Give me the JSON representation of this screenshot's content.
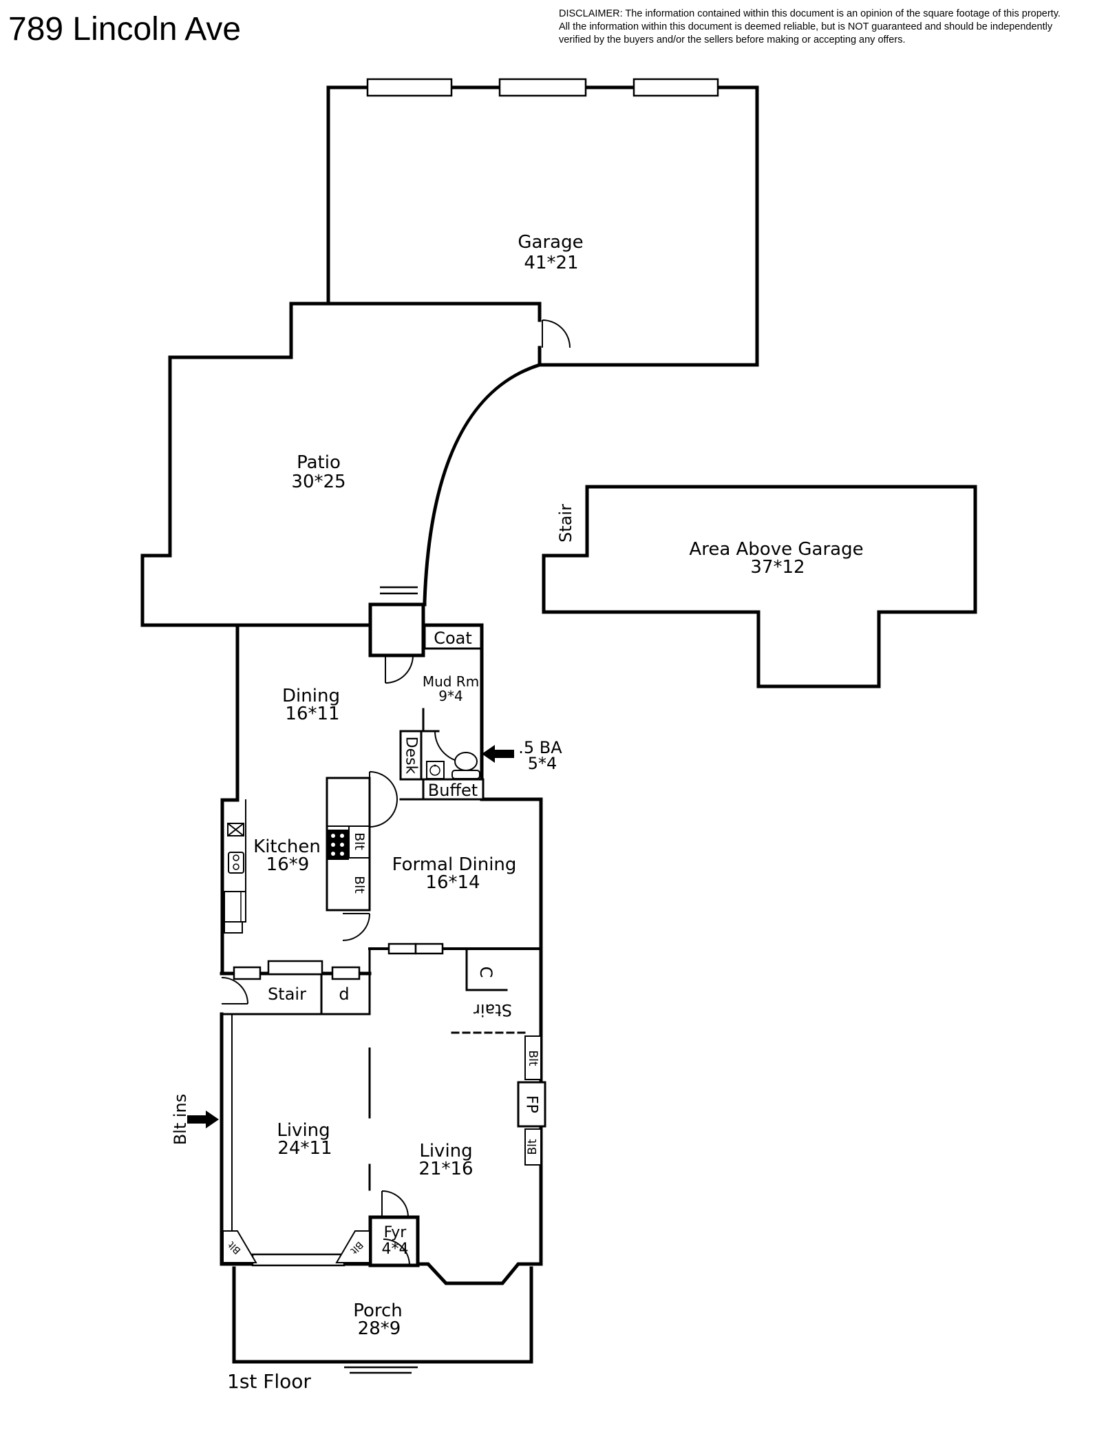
{
  "title": "789 Lincoln Ave",
  "disclaimer": {
    "line1": "DISCLAIMER: The information contained within this document is an opinion of the square footage of this property.",
    "line2": "All the information within this document is deemed reliable, but is NOT guaranteed and should be independently",
    "line3": "verified by the buyers and/or the sellers before making or accepting any offers."
  },
  "floor_label": "1st Floor",
  "colors": {
    "line": "#000000",
    "background": "#ffffff"
  },
  "rooms": {
    "garage": {
      "name": "Garage",
      "dims": "41*21"
    },
    "patio": {
      "name": "Patio",
      "dims": "30*25"
    },
    "area_above_garage": {
      "name": "Area Above Garage",
      "dims": "37*12"
    },
    "mud_room": {
      "name": "Mud Rm",
      "dims": "9*4"
    },
    "dining": {
      "name": "Dining",
      "dims": "16*11"
    },
    "half_bath": {
      "name": ".5 BA",
      "dims": "5*4"
    },
    "kitchen": {
      "name": "Kitchen",
      "dims": "16*9"
    },
    "formal_dining": {
      "name": "Formal Dining",
      "dims": "16*14"
    },
    "living_left": {
      "name": "Living",
      "dims": "24*11"
    },
    "living_right": {
      "name": "Living",
      "dims": "21*16"
    },
    "foyer": {
      "name": "Fyr",
      "dims": "4*4"
    },
    "porch": {
      "name": "Porch",
      "dims": "28*9"
    }
  },
  "labels": {
    "stair_garage": "Stair",
    "coat": "Coat",
    "desk": "Desk",
    "buffet": "Buffet",
    "blt_kitchen_upper": "Blt",
    "blt_kitchen_lower": "Blt",
    "stair_main": "Stair",
    "pantry": "d",
    "closet": "C",
    "stair_living": "Stair",
    "blt_right_upper": "Blt",
    "fireplace": "FP",
    "blt_right_lower": "Blt",
    "blt_ins": "Blt ins",
    "blt_corner_left": "Blt",
    "blt_corner_right": "Blt"
  },
  "icons": {
    "door": "quarter-arc-door",
    "window": "wall-window-rect",
    "toilet": "toilet-icon",
    "sink": "sink-icon",
    "range": "range-icon",
    "cooktop": "cooktop-icon",
    "refrigerator": "fridge-icon",
    "skylight_box": "x-box-icon",
    "arrow_left": "left-arrow-icon",
    "arrow_right": "right-arrow-icon",
    "steps": "steps-lines"
  }
}
